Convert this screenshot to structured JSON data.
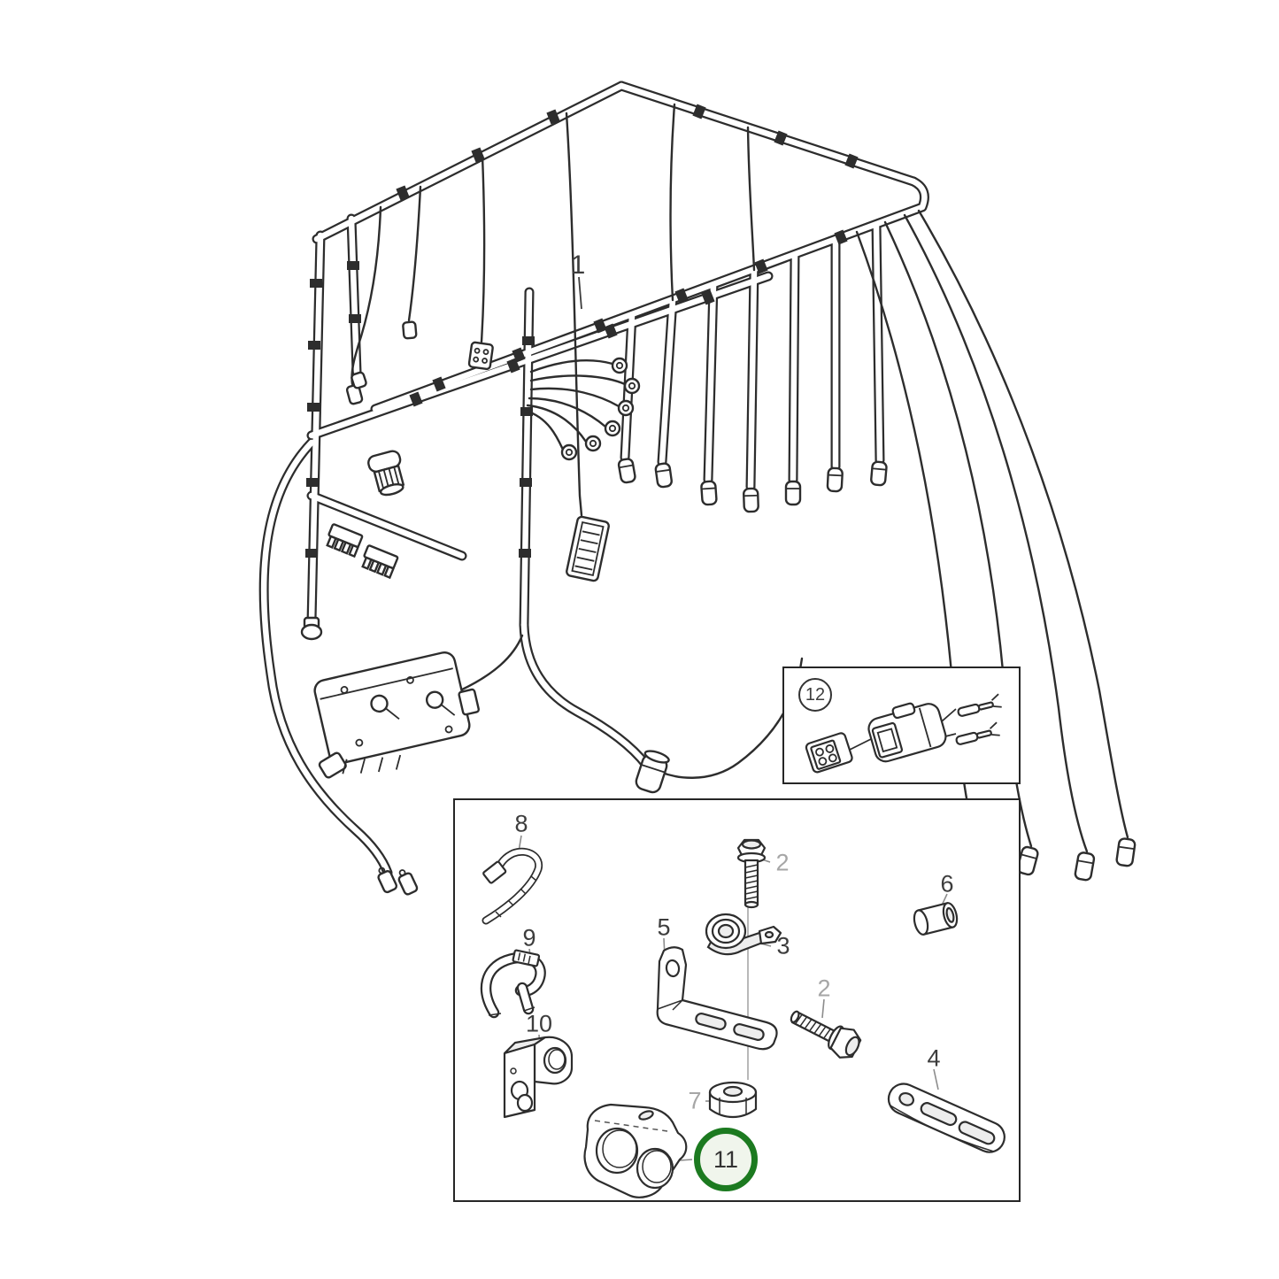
{
  "figure": {
    "colors": {
      "background": "#ffffff",
      "line": "#2d2d2d",
      "dark_label": "#3d3d3d",
      "gray_label": "#a6a6a6",
      "highlight_green": "#1c7a20",
      "highlight_fill": "#f0f5ec"
    }
  },
  "harness": {
    "callout": "1"
  },
  "connector_detail": {
    "callout": "12"
  },
  "parts": {
    "cable_clip": {
      "callout": "8"
    },
    "spring_clamp": {
      "callout": "9"
    },
    "small_bracket": {
      "callout": "10"
    },
    "bolt_upper": {
      "callout": "2"
    },
    "cable_clamp": {
      "callout": "3"
    },
    "l_bracket": {
      "callout": "5"
    },
    "bolt_lower": {
      "callout": "2"
    },
    "spacer": {
      "callout": "6"
    },
    "nut": {
      "callout": "7"
    },
    "strap": {
      "callout": "4"
    },
    "eye_plate": {
      "callout": "11",
      "highlighted": true
    }
  }
}
